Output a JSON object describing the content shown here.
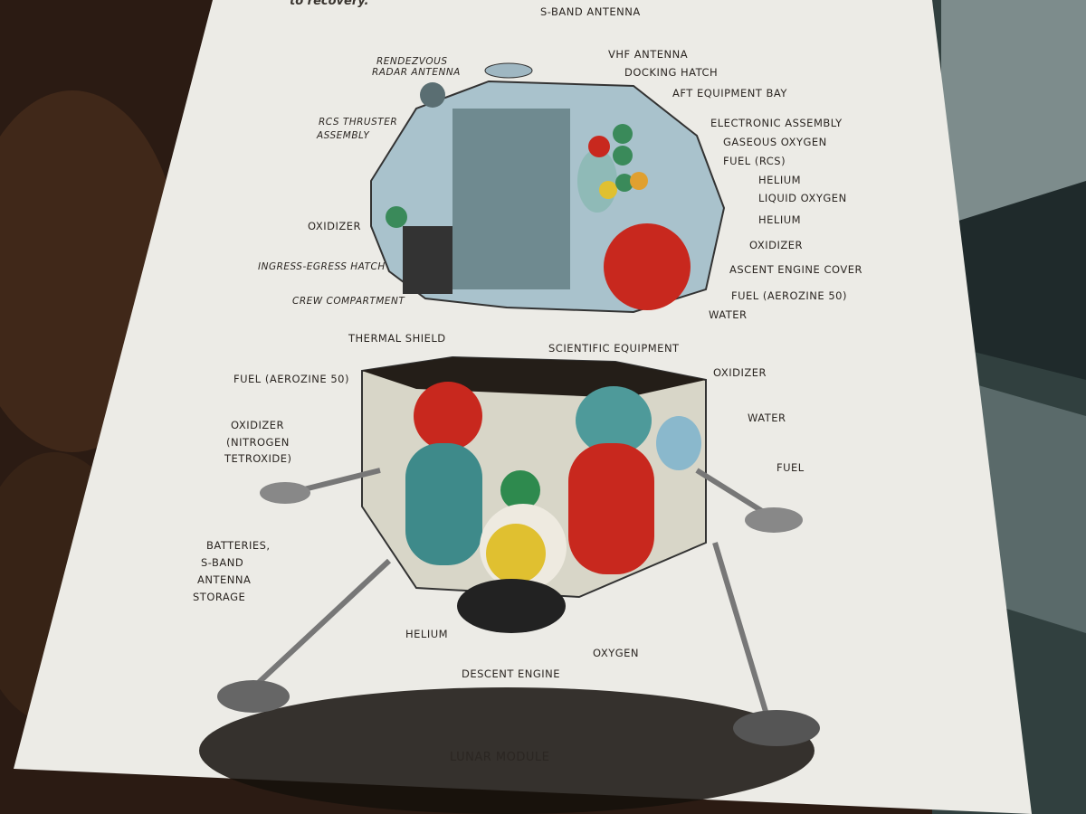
{
  "header_fragment": "to recovery.",
  "caption": "LUNAR MODULE",
  "ascent_stage_labels": [
    "S-BAND ANTENNA",
    "VHF ANTENNA",
    "RENDEZVOUS",
    "RADAR ANTENNA",
    "DOCKING HATCH",
    "AFT EQUIPMENT BAY",
    "RCS THRUSTER",
    "ASSEMBLY",
    "ELECTRONIC ASSEMBLY",
    "GASEOUS OXYGEN",
    "FUEL (RCS)",
    "HELIUM",
    "LIQUID OXYGEN",
    "HELIUM",
    "OXIDIZER",
    "OXIDIZER",
    "INGRESS-EGRESS HATCH",
    "ASCENT ENGINE COVER",
    "CREW COMPARTMENT",
    "FUEL (AEROZINE 50)",
    "WATER"
  ],
  "descent_stage_labels": [
    "THERMAL SHIELD",
    "SCIENTIFIC EQUIPMENT",
    "FUEL (AEROZINE 50)",
    "OXIDIZER",
    "OXIDIZER",
    "(NITROGEN",
    "TETROXIDE)",
    "WATER",
    "FUEL",
    "BATTERIES,",
    "S-BAND",
    "ANTENNA",
    "STORAGE",
    "HELIUM",
    "OXYGEN",
    "DESCENT ENGINE"
  ],
  "colors": {
    "page": "#ecebe6",
    "fuel": "#c8281e",
    "oxidizer": "#4e9a9a",
    "helium": "#e0c030",
    "module": "#9fb7c2"
  }
}
